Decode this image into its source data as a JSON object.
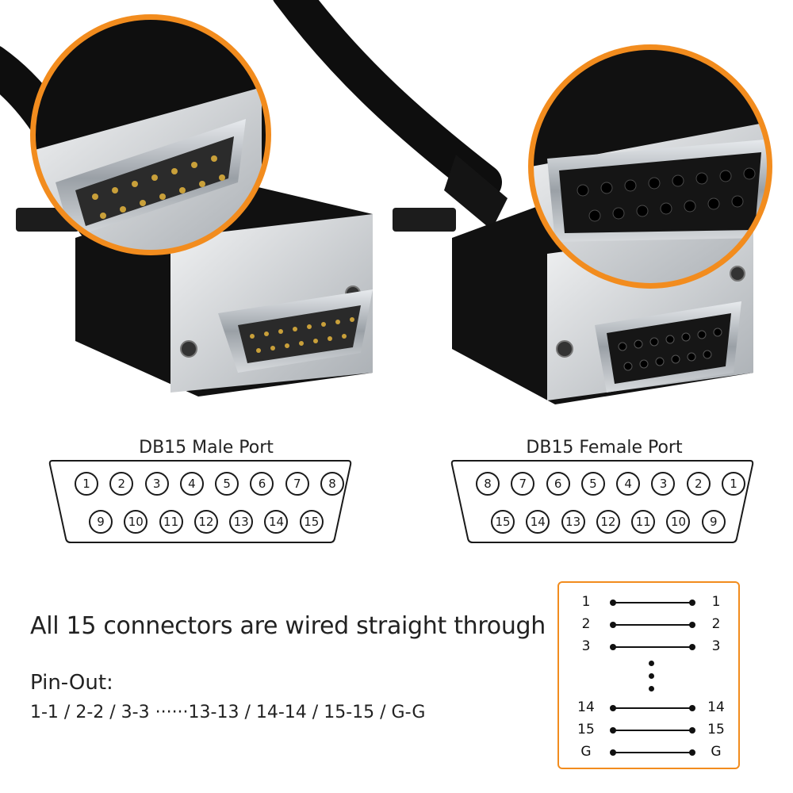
{
  "male_port": {
    "title": "DB15 Male Port",
    "top_row": [
      "1",
      "2",
      "3",
      "4",
      "5",
      "6",
      "7",
      "8"
    ],
    "bottom_row": [
      "9",
      "10",
      "11",
      "12",
      "13",
      "14",
      "15"
    ]
  },
  "female_port": {
    "title": "DB15 Female Port",
    "top_row": [
      "8",
      "7",
      "6",
      "5",
      "4",
      "3",
      "2",
      "1"
    ],
    "bottom_row": [
      "15",
      "14",
      "13",
      "12",
      "11",
      "10",
      "9"
    ]
  },
  "headline": "All 15 connectors are wired straight through",
  "pinout": {
    "label": "Pin-Out:",
    "sequence": "1-1 / 2-2 / 3-3 ······13-13 / 14-14 / 15-15 / G-G"
  },
  "wiring": {
    "rows": [
      {
        "left": "1",
        "right": "1"
      },
      {
        "left": "2",
        "right": "2"
      },
      {
        "left": "3",
        "right": "3"
      },
      {
        "left": "14",
        "right": "14"
      },
      {
        "left": "15",
        "right": "15"
      },
      {
        "left": "G",
        "right": "G"
      }
    ]
  },
  "colors": {
    "accent": "#f28c1e",
    "connector": "#111111",
    "metal": "#c8ccd0",
    "gold": "#c9a03a"
  }
}
